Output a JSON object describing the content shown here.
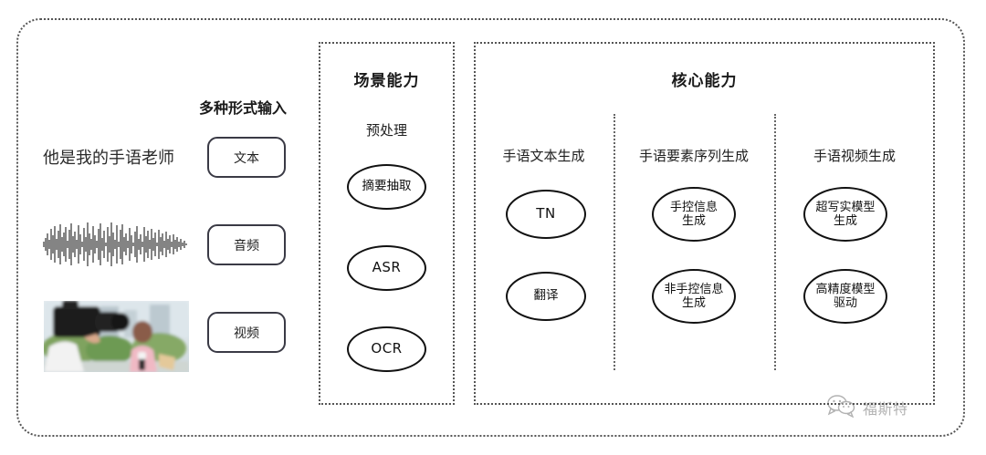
{
  "diagram": {
    "title_hidden": "",
    "input_panel": {
      "heading": "多种形式输入",
      "sample_text": "他是我的手语老师",
      "modalities": [
        {
          "label": "文本",
          "icon": "text-icon"
        },
        {
          "label": "音频",
          "icon": "waveform-icon"
        },
        {
          "label": "视频",
          "icon": "video-thumbnail-icon"
        }
      ]
    },
    "scene_section": {
      "title": "场景能力",
      "columns": [
        {
          "label": "预处理",
          "nodes": [
            {
              "text": "摘要抽取",
              "script": "cjk"
            },
            {
              "text": "ASR",
              "script": "latin"
            },
            {
              "text": "OCR",
              "script": "latin"
            }
          ]
        }
      ]
    },
    "core_section": {
      "title": "核心能力",
      "columns": [
        {
          "label": "手语文本生成",
          "nodes": [
            {
              "text": "TN",
              "script": "latin"
            },
            {
              "text": "翻译",
              "script": "cjk"
            }
          ]
        },
        {
          "label": "手语要素序列生成",
          "nodes": [
            {
              "text": "手控信息\n生成",
              "script": "cjk"
            },
            {
              "text": "非手控信息\n生成",
              "script": "cjk"
            }
          ]
        },
        {
          "label": "手语视频生成",
          "nodes": [
            {
              "text": "超写实模型\n生成",
              "script": "cjk"
            },
            {
              "text": "高精度模型\n驱动",
              "script": "cjk"
            }
          ]
        }
      ]
    },
    "watermark": {
      "text": "福斯特",
      "icon": "wechat-bubble-icon"
    },
    "colors": {
      "frame_dotted": "#555555",
      "node_stroke": "#111111",
      "button_stroke": "#3a3a45",
      "text": "#1f1f1f",
      "background": "#ffffff"
    }
  }
}
